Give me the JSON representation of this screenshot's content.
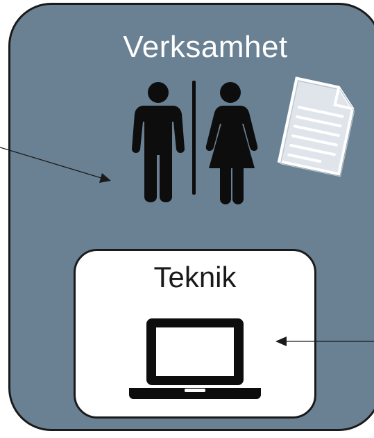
{
  "diagram": {
    "outer": {
      "label": "Verksamhet",
      "fill": "#6a8193",
      "border": "#1a1a1a",
      "icons": [
        "man-icon",
        "divider-icon",
        "woman-icon",
        "document-icon"
      ]
    },
    "inner": {
      "label": "Teknik",
      "fill": "#ffffff",
      "border": "#1a1a1a",
      "icons": [
        "laptop-icon"
      ]
    },
    "arrows": [
      "arrow-to-verksamhet",
      "arrow-to-teknik"
    ]
  }
}
